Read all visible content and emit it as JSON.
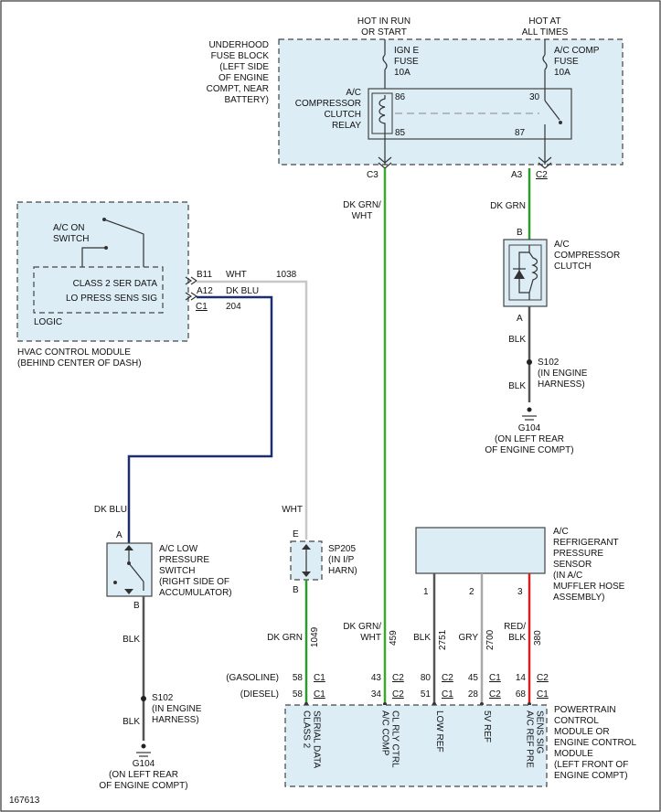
{
  "colors": {
    "dk_grn_wht": "#3fa62f",
    "dk_grn": "#2e9a2e",
    "dk_blu": "#1a2f6b",
    "wht": "#c8c8c8",
    "blk": "#555555",
    "gry": "#a8a8a8",
    "red_blk": "#d42020",
    "panel": "#dcedf6"
  },
  "top": {
    "hot_run": [
      "HOT IN RUN",
      "OR START"
    ],
    "hot_all": [
      "HOT AT",
      "ALL TIMES"
    ]
  },
  "fuse_block": {
    "label": [
      "UNDERHOOD",
      "FUSE BLOCK",
      "(LEFT SIDE",
      "OF ENGINE",
      "COMPT, NEAR",
      "BATTERY)"
    ],
    "fuse1": [
      "IGN E",
      "FUSE",
      "10A"
    ],
    "fuse2": [
      "A/C COMP",
      "FUSE",
      "10A"
    ],
    "relay_label": [
      "A/C",
      "COMPRESSOR",
      "CLUTCH",
      "RELAY"
    ],
    "pins": {
      "p86": "86",
      "p85": "85",
      "p30": "30",
      "p87": "87"
    },
    "conn_left": "C3",
    "conn_right_a": "A3",
    "conn_right_b": "C2"
  },
  "hvac": {
    "switch_label": [
      "A/C ON",
      "SWITCH"
    ],
    "class2": "CLASS 2 SER DATA",
    "lopress": "LO PRESS SENS SIG",
    "logic": "LOGIC",
    "module_label": [
      "HVAC CONTROL MODULE",
      "(BEHIND CENTER OF DASH)"
    ],
    "pin_b11": "B11",
    "pin_a12": "A12",
    "pin_c1": "C1",
    "wire_wht": "WHT",
    "wire_1038": "1038",
    "wire_dkblu": "DK BLU",
    "wire_204": "204"
  },
  "wires": {
    "dkgrn_wht_top": [
      "DK GRN/",
      "WHT"
    ],
    "dkgrn_right": "DK GRN",
    "dkblu_left": "DK BLU",
    "wht_mid": "WHT"
  },
  "clutch": {
    "pin_b": "B",
    "pin_a": "A",
    "label": [
      "A/C",
      "COMPRESSOR",
      "CLUTCH"
    ],
    "blk1": "BLK",
    "splice": [
      "S102",
      "(IN ENGINE",
      "HARNESS)"
    ],
    "blk2": "BLK",
    "ground": [
      "G104",
      "(ON LEFT REAR",
      "OF ENGINE COMPT)"
    ]
  },
  "lowpress": {
    "pin_a": "A",
    "pin_b": "B",
    "label": [
      "A/C LOW",
      "PRESSURE",
      "SWITCH",
      "(RIGHT SIDE OF",
      "ACCUMULATOR)"
    ],
    "blk1": "BLK",
    "splice": [
      "S102",
      "(IN ENGINE",
      "HARNESS)"
    ],
    "blk2": "BLK",
    "ground": [
      "G104",
      "(ON LEFT REAR",
      "OF ENGINE COMPT)"
    ]
  },
  "sp205": {
    "pin_e": "E",
    "pin_b": "B",
    "label": [
      "SP205",
      "(IN I/P",
      "HARN)"
    ]
  },
  "sensor": {
    "label": [
      "A/C",
      "REFRIGERANT",
      "PRESSURE",
      "SENSOR",
      "(IN A/C",
      "MUFFLER HOSE",
      "ASSEMBLY)"
    ],
    "pins": [
      "1",
      "2",
      "3"
    ]
  },
  "pcm_wires": [
    {
      "color": "DK GRN",
      "circuit": "1049"
    },
    {
      "color": "DK GRN/WHT",
      "circuit": "459"
    },
    {
      "color": "BLK",
      "circuit": "2751"
    },
    {
      "color": "GRY",
      "circuit": "2700"
    },
    {
      "color": "RED/BLK",
      "circuit": "380"
    }
  ],
  "pcm_rows": {
    "gasoline": "(GASOLINE)",
    "diesel": "(DIESEL)",
    "gas_pins": [
      [
        "58",
        "C1"
      ],
      [
        "43",
        "C2"
      ],
      [
        "80",
        "C2"
      ],
      [
        "45",
        "C1"
      ],
      [
        "14",
        "C2"
      ]
    ],
    "diesel_pins": [
      [
        "58",
        "C1"
      ],
      [
        "34",
        "C2"
      ],
      [
        "51",
        "C1"
      ],
      [
        "28",
        "C2"
      ],
      [
        "68",
        "C1"
      ]
    ]
  },
  "pcm": {
    "funcs": [
      [
        "CLASS 2",
        "SERIAL DATA"
      ],
      [
        "A/C COMP",
        "CL RLY CTRL"
      ],
      [
        "LOW REF"
      ],
      [
        "5V REF"
      ],
      [
        "A/C REF PRE",
        "SENS SIG"
      ]
    ],
    "label": [
      "POWERTRAIN",
      "CONTROL",
      "MODULE OR",
      "ENGINE CONTROL",
      "MODULE",
      "(LEFT FRONT OF",
      "ENGINE COMPT)"
    ]
  },
  "figure_id": "167613"
}
